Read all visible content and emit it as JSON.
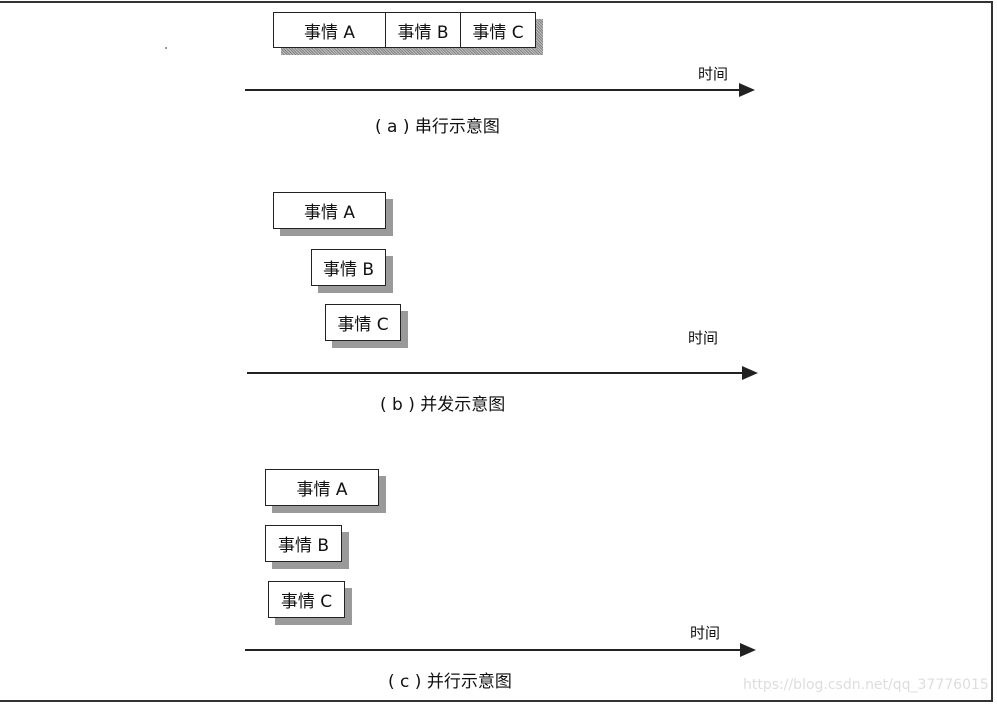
{
  "panel_a": {
    "events": [
      "事情 A",
      "事情 B",
      "事情 C"
    ],
    "axis_label": "时间",
    "caption": "( a ) 串行示意图"
  },
  "panel_b": {
    "events": [
      "事情 A",
      "事情 B",
      "事情 C"
    ],
    "axis_label": "时间",
    "caption": "( b ) 并发示意图"
  },
  "panel_c": {
    "events": [
      "事情 A",
      "事情 B",
      "事情 C"
    ],
    "axis_label": "时间",
    "caption": "( c ) 并行示意图"
  },
  "watermark": "https://blog.csdn.net/qq_37776015"
}
